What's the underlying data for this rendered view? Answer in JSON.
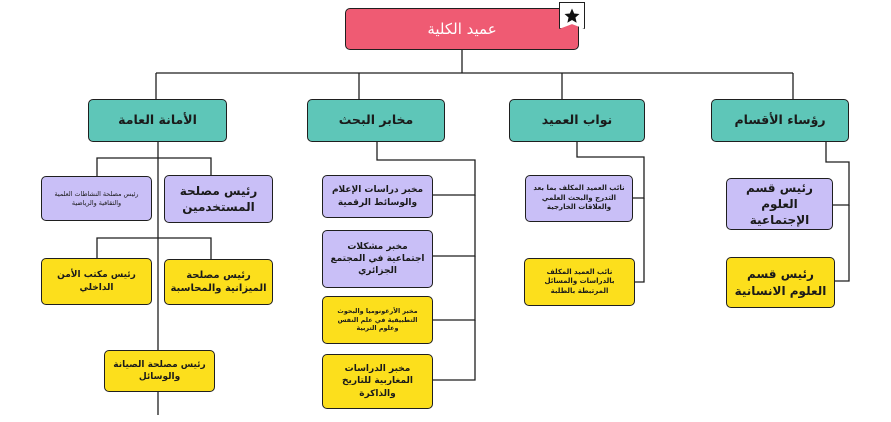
{
  "root": {
    "label": "عميد الكلية",
    "badge_icon": "star-icon"
  },
  "branches": {
    "heads": {
      "label": "رؤساء الأقسام",
      "items": [
        "رئيس قسم العلوم الإجتماعية",
        "رئيس قسم العلوم الانسانية"
      ]
    },
    "deputies": {
      "label": "نواب العميد",
      "items": [
        "نائب العميد المكلف بما بعد التدرج والبحث العلمي والعلاقات الخارجية",
        "نائب العميد المكلف بالدراسات والمسائل المرتبطة بالطلبة"
      ]
    },
    "labs": {
      "label": "مخابر البحث",
      "items": [
        "مخبر دراسات الإعلام والوسائط الرقمية",
        "مخبر مشكلات اجتماعية في المجتمع الجزائري",
        "مخبر الأرغونوميا والبحوث التطبيقية في علم النفس وعلوم التربية",
        "مخبر الدراسات المغاربية للتاريخ والذاكرة"
      ]
    },
    "secretariat": {
      "label": "الأمانة العامة",
      "items": [
        "رئيس مصلحة المستخدمين",
        "رئيس مصلحة النشاطات العلمية والثقافية والرياضية",
        "رئيس مصلحة الميزانية والمحاسبة",
        "رئيس مكتب الأمن الداخلي",
        "رئيس مصلحة الصيانة والوسائل"
      ]
    }
  },
  "colors": {
    "root": "#ef5b73",
    "branch": "#5ec6b8",
    "lavender": "#c9bff7",
    "yellow": "#fcdf1c",
    "line": "#1f1f1f"
  }
}
